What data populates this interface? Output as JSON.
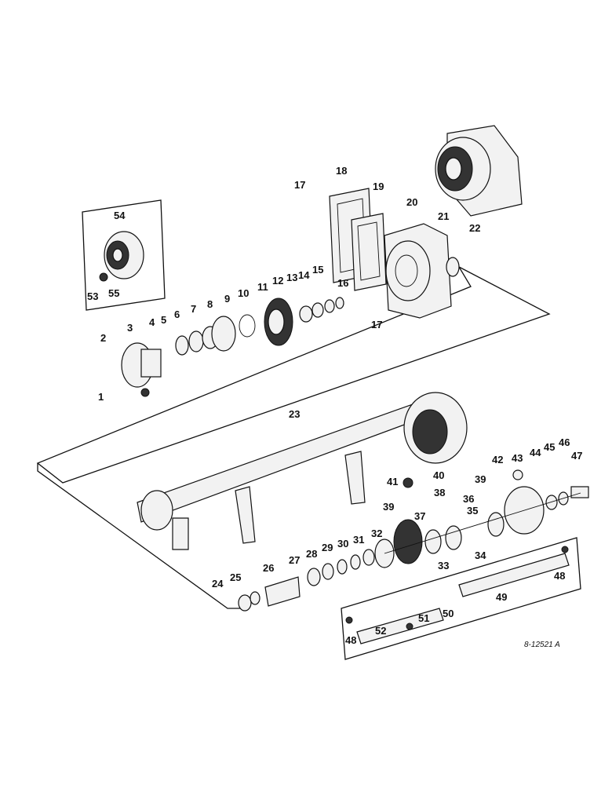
{
  "diagram": {
    "reference_code": "8-12521 A",
    "callouts": [
      "1",
      "2",
      "3",
      "4",
      "5",
      "6",
      "7",
      "8",
      "9",
      "10",
      "11",
      "12",
      "13",
      "14",
      "15",
      "16",
      "17",
      "18",
      "19",
      "20",
      "21",
      "22",
      "23",
      "24",
      "25",
      "26",
      "27",
      "28",
      "29",
      "30",
      "31",
      "32",
      "33",
      "34",
      "35",
      "36",
      "37",
      "38",
      "39",
      "40",
      "41",
      "42",
      "43",
      "44",
      "45",
      "46",
      "47",
      "48",
      "49",
      "50",
      "51",
      "52",
      "53",
      "54",
      "55"
    ]
  }
}
